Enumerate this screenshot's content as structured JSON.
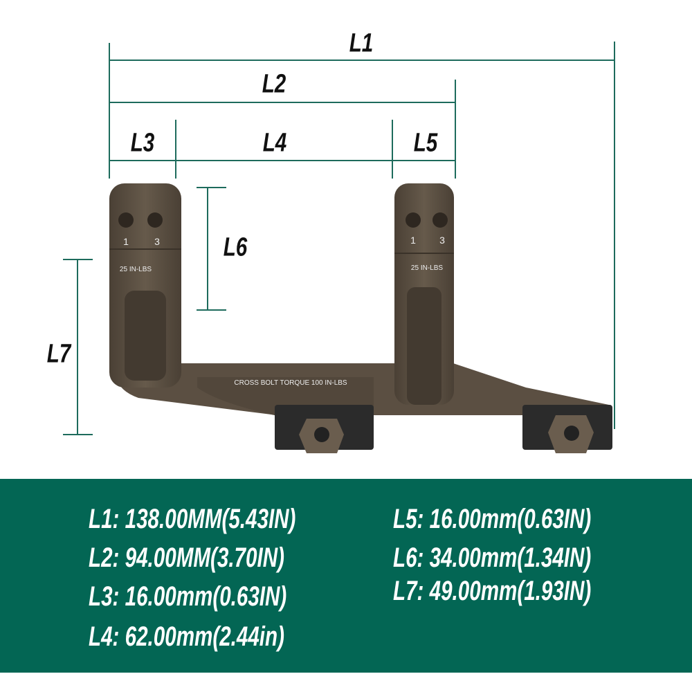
{
  "dimension_labels": {
    "l1": "L1",
    "l2": "L2",
    "l3": "L3",
    "l4": "L4",
    "l5": "L5",
    "l6": "L6",
    "l7": "L7"
  },
  "product_engravings": {
    "left_ring_numbers": [
      "1",
      "3"
    ],
    "right_ring_numbers": [
      "1",
      "3"
    ],
    "ring_torque": "25 IN-LBS",
    "cross_bolt": "CROSS BOLT TORQUE 100 IN-LBS"
  },
  "specs": {
    "left": [
      "L1: 138.00MM(5.43IN)",
      "L2: 94.00MM(3.70IN)",
      "L3: 16.00mm(0.63IN)",
      "L4: 62.00mm(2.44in)"
    ],
    "right": [
      "L5: 16.00mm(0.63IN)",
      "L6: 34.00mm(1.34IN)",
      "L7: 49.00mm(1.93IN)"
    ]
  },
  "colors": {
    "band": "#036654",
    "dimension_line": "#1d6b5c",
    "metal": "#5b4f42",
    "clamp": "#2b2b2b"
  }
}
